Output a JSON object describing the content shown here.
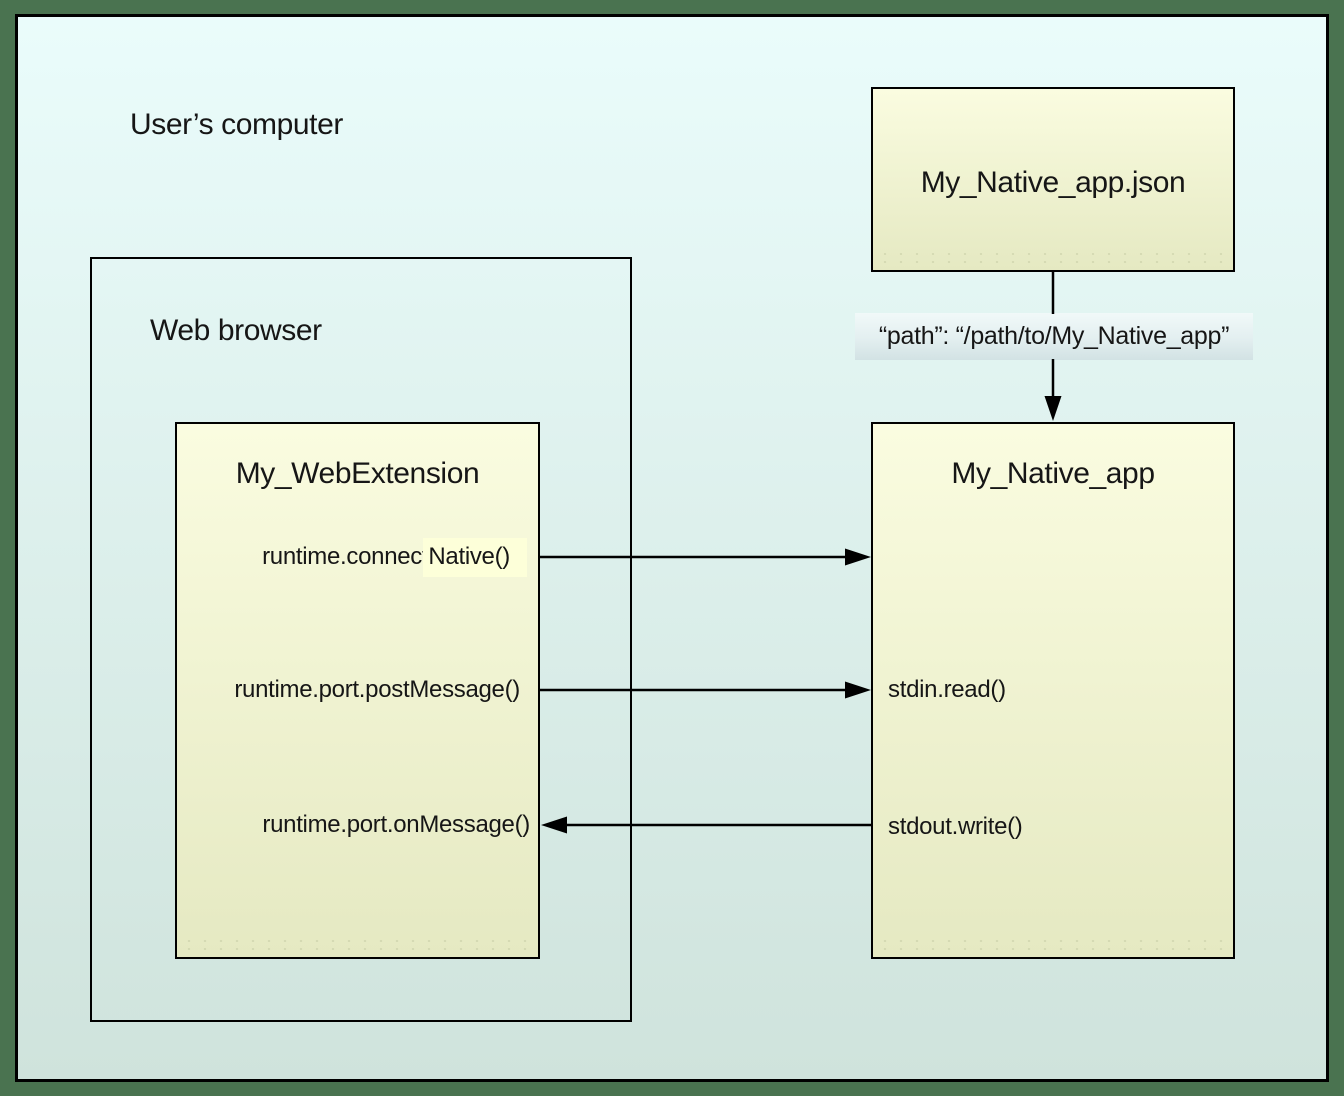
{
  "colors": {
    "frame-green": "#4a7350",
    "bg-top": "#eafcfb",
    "bg-bottom": "#cfe3dc",
    "box-yellow-top": "#fafce0",
    "box-yellow-bottom": "#e5e9c2",
    "band-top": "#f1f9f9",
    "band-bottom": "#d2e2e4",
    "highlight-yellow": "#fdffd9",
    "line-black": "#000000"
  },
  "computer": {
    "label": "User’s computer"
  },
  "browser": {
    "label": "Web browser"
  },
  "webextension": {
    "title": "My_WebExtension",
    "connect_prefix": "runtime.connect",
    "connect_highlight": "Native()",
    "post_message_label": "runtime.port.postMessage()",
    "on_message_label": "runtime.port.onMessage()"
  },
  "native_app": {
    "title": "My_Native_app",
    "stdin_label": "stdin.read()",
    "stdout_label": "stdout.write()"
  },
  "manifest": {
    "title": "My_Native_app.json",
    "path_label": "“path”: “/path/to/My_Native_app”"
  }
}
